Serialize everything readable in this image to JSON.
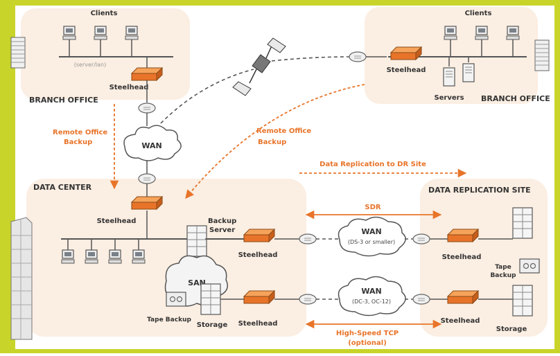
{
  "colors": {
    "frame": "#c9d42a",
    "panel": "#fbeee2",
    "accent": "#e8742a",
    "line": "#555555"
  },
  "branch_left": {
    "clients_label": "Clients",
    "label": "BRANCH OFFICE",
    "steelhead_label": "Steelhead",
    "lan_label": "(server/lan)"
  },
  "branch_right": {
    "clients_label": "Clients",
    "servers_label": "Servers",
    "steelhead_label": "Steelhead",
    "label": "BRANCH OFFICE"
  },
  "left_backup_label": [
    "Remote Office",
    "Backup"
  ],
  "center_backup_label": [
    "Remote Office",
    "Backup"
  ],
  "wan_main_label": "WAN",
  "replication_label": "Data Replication to DR Site",
  "data_center": {
    "label": "DATA CENTER",
    "steelhead_top_label": "Steelhead",
    "backup_server_label": [
      "Backup",
      "Server"
    ],
    "san_label": "SAN",
    "tape_label": "Tape Backup",
    "storage_label": "Storage",
    "steelhead_upper_label": "Steelhead",
    "steelhead_lower_label": "Steelhead"
  },
  "links": {
    "sdr_label": "SDR",
    "wan_upper_label": "WAN",
    "wan_upper_sub": "(DS-3 or smaller)",
    "wan_lower_label": "WAN",
    "wan_lower_sub": "(DC-3, OC-12)",
    "high_speed_label": [
      "High-Speed TCP",
      "(optional)"
    ]
  },
  "dr_site": {
    "label": "DATA REPLICATION SITE",
    "steelhead_upper_label": "Steelhead",
    "steelhead_lower_label": "Steelhead",
    "tape_label": [
      "Tape",
      "Backup"
    ],
    "storage_label": "Storage"
  }
}
